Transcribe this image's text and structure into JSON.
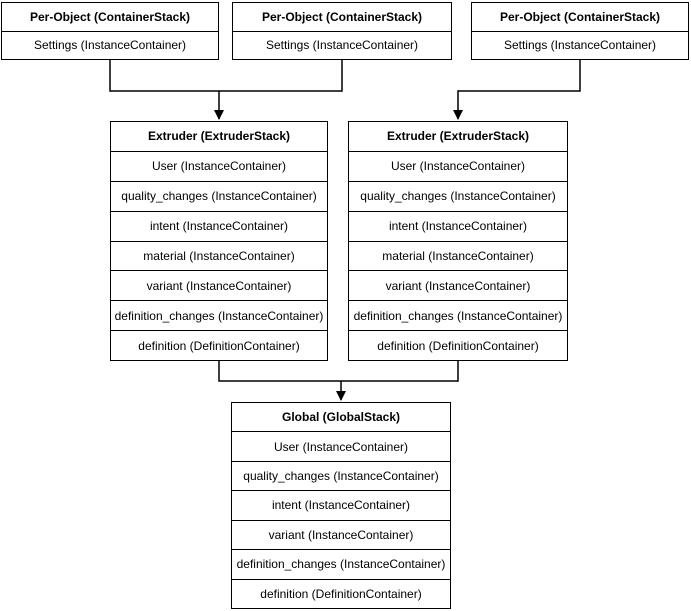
{
  "diagram": {
    "background_color": "#ffffff",
    "line_color": "#000000",
    "text_color": "#000000",
    "nodes": [
      {
        "id": "per-object-1",
        "title": "Per-Object (ContainerStack)",
        "rows": [
          "Settings (InstanceContainer)"
        ]
      },
      {
        "id": "per-object-2",
        "title": "Per-Object (ContainerStack)",
        "rows": [
          "Settings (InstanceContainer)"
        ]
      },
      {
        "id": "per-object-3",
        "title": "Per-Object (ContainerStack)",
        "rows": [
          "Settings (InstanceContainer)"
        ]
      },
      {
        "id": "extruder-1",
        "title": "Extruder (ExtruderStack)",
        "rows": [
          "User (InstanceContainer)",
          "quality_changes (InstanceContainer)",
          "intent (InstanceContainer)",
          "material (InstanceContainer)",
          "variant (InstanceContainer)",
          "definition_changes (InstanceContainer)",
          "definition (DefinitionContainer)"
        ]
      },
      {
        "id": "extruder-2",
        "title": "Extruder (ExtruderStack)",
        "rows": [
          "User (InstanceContainer)",
          "quality_changes (InstanceContainer)",
          "intent (InstanceContainer)",
          "material (InstanceContainer)",
          "variant (InstanceContainer)",
          "definition_changes (InstanceContainer)",
          "definition (DefinitionContainer)"
        ]
      },
      {
        "id": "global-stack",
        "title": "Global (GlobalStack)",
        "rows": [
          "User (InstanceContainer)",
          "quality_changes (InstanceContainer)",
          "intent (InstanceContainer)",
          "variant (InstanceContainer)",
          "definition_changes (InstanceContainer)",
          "definition (DefinitionContainer)"
        ]
      }
    ],
    "edges": [
      {
        "from": [
          "per-object-1",
          "per-object-2"
        ],
        "to": "extruder-1"
      },
      {
        "from": [
          "per-object-3"
        ],
        "to": "extruder-2"
      },
      {
        "from": [
          "extruder-1",
          "extruder-2"
        ],
        "to": "global-stack"
      }
    ]
  }
}
